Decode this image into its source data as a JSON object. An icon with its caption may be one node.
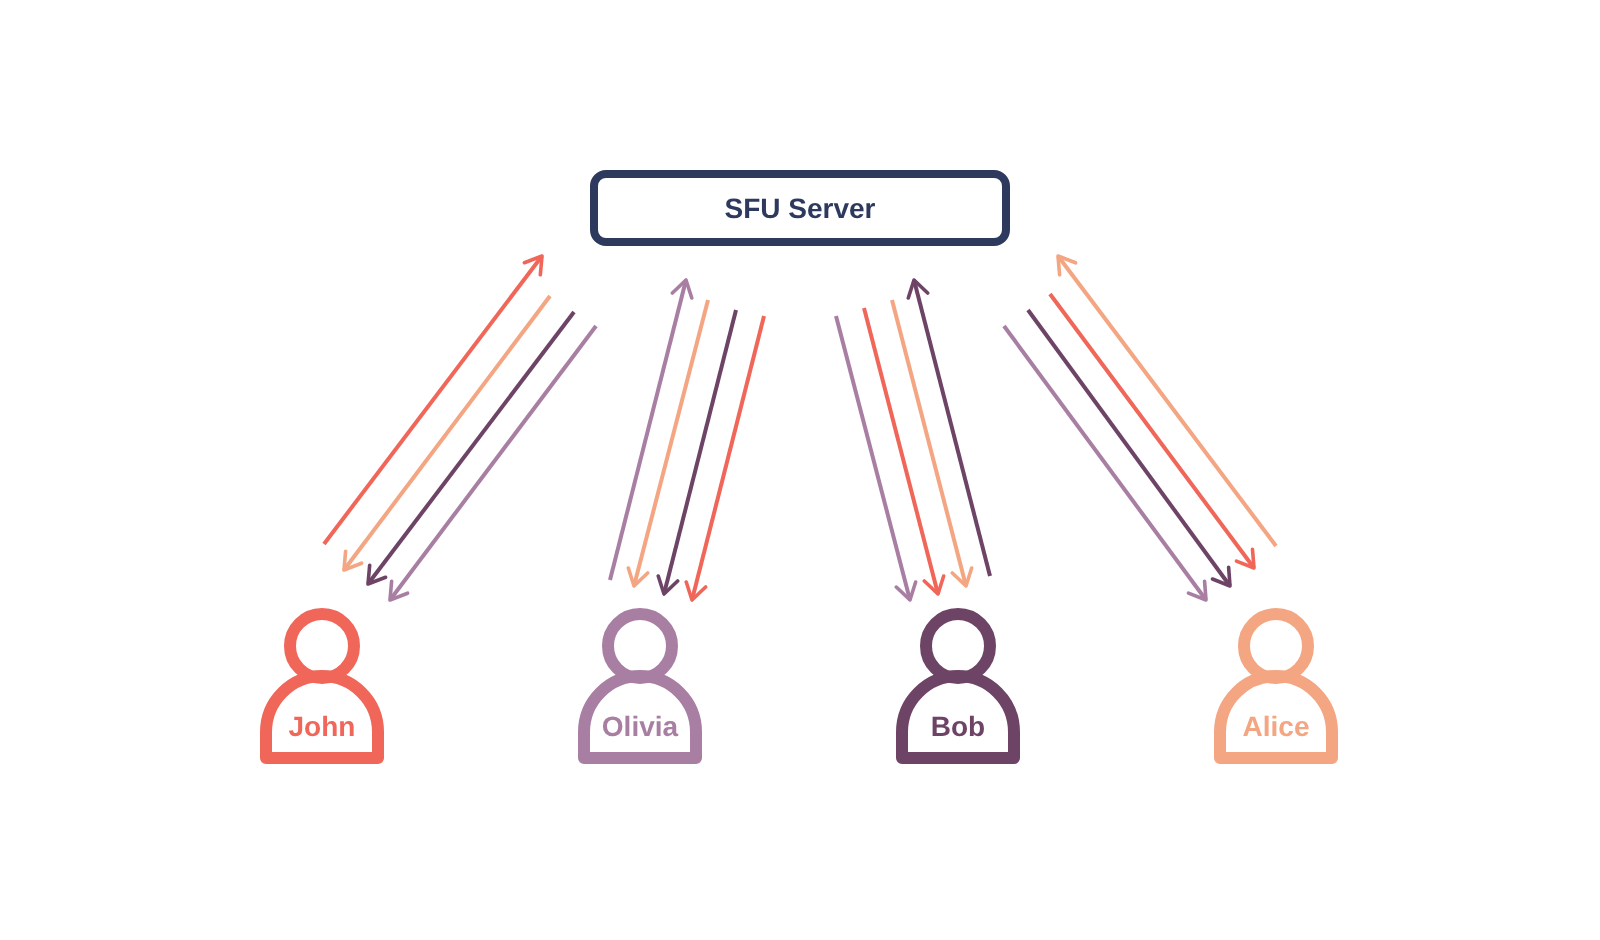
{
  "diagram": {
    "nodes": [
      {
        "text": [
          "SFU Server"
        ]
      },
      {
        "text": [
          "John"
        ]
      },
      {
        "text": [
          "Olivia"
        ]
      },
      {
        "text": [
          "Bob"
        ]
      },
      {
        "text": [
          "Alice"
        ]
      }
    ],
    "edges": [
      {
        "from": 1,
        "to": 0,
        "arrow": "to",
        "color": "#f0675a"
      },
      {
        "from": 0,
        "to": 1,
        "arrow": "to",
        "color": "#f4a582"
      },
      {
        "from": 0,
        "to": 1,
        "arrow": "to",
        "color": "#6e4466"
      },
      {
        "from": 0,
        "to": 1,
        "arrow": "to",
        "color": "#a87fa3"
      },
      {
        "from": 2,
        "to": 0,
        "arrow": "to",
        "color": "#a87fa3"
      },
      {
        "from": 0,
        "to": 2,
        "arrow": "to",
        "color": "#f4a582"
      },
      {
        "from": 0,
        "to": 2,
        "arrow": "to",
        "color": "#6e4466"
      },
      {
        "from": 0,
        "to": 2,
        "arrow": "to",
        "color": "#f0675a"
      },
      {
        "from": 0,
        "to": 3,
        "arrow": "to",
        "color": "#a87fa3"
      },
      {
        "from": 0,
        "to": 3,
        "arrow": "to",
        "color": "#f0675a"
      },
      {
        "from": 0,
        "to": 3,
        "arrow": "to",
        "color": "#f4a582"
      },
      {
        "from": 3,
        "to": 0,
        "arrow": "to",
        "color": "#6e4466"
      },
      {
        "from": 0,
        "to": 4,
        "arrow": "to",
        "color": "#a87fa3"
      },
      {
        "from": 0,
        "to": 4,
        "arrow": "to",
        "color": "#6e4466"
      },
      {
        "from": 0,
        "to": 4,
        "arrow": "to",
        "color": "#f0675a"
      },
      {
        "from": 4,
        "to": 0,
        "arrow": "to",
        "color": "#f4a582"
      }
    ]
  }
}
